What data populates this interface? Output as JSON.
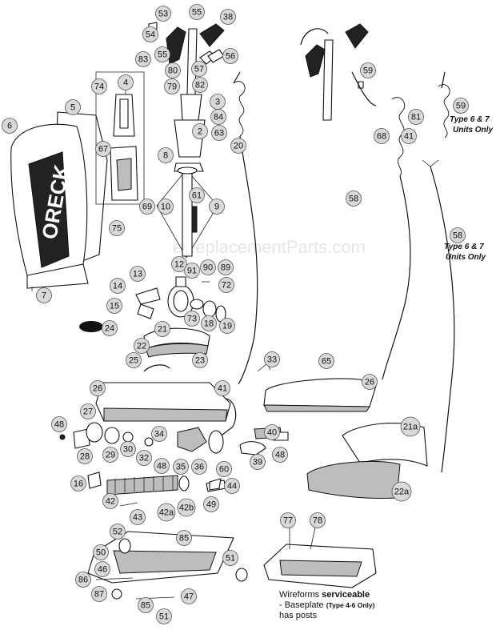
{
  "watermark": "eReplacementParts.com",
  "bag_brand": "ORECK",
  "notes": {
    "type67_a_line1": "Type 6 & 7",
    "type67_a_line2": "Units Only",
    "type67_b_line1": "Type 6 & 7",
    "type67_b_line2": "Units Only"
  },
  "caption": {
    "line1_prefix": "Wireforms ",
    "line1_bold": "serviceable",
    "line2_prefix": "- Baseplate ",
    "line2_small": "(Type 4-6 Only)",
    "line3": "has posts"
  },
  "callouts": {
    "c53": "53",
    "c55a": "55",
    "c38": "38",
    "c54": "54",
    "c55b": "55",
    "c56": "56",
    "c80": "80",
    "c57": "57",
    "c83": "83",
    "c74": "74",
    "c4": "4",
    "c79": "79",
    "c82": "82",
    "c3": "3",
    "c5": "5",
    "c84": "84",
    "c6": "6",
    "c2": "2",
    "c63": "63",
    "c67": "67",
    "c8": "8",
    "c20": "20",
    "c69": "69",
    "c10": "10",
    "c61": "61",
    "c9": "9",
    "c75": "75",
    "c7": "7",
    "c12": "12",
    "c91": "91",
    "c90": "90",
    "c89": "89",
    "c13": "13",
    "c14": "14",
    "c72": "72",
    "c15": "15",
    "c73": "73",
    "c18": "18",
    "c19": "19",
    "c24": "24",
    "c21": "21",
    "c22": "22",
    "c25": "25",
    "c23": "23",
    "c33": "33",
    "c65": "65",
    "c26a": "26",
    "c41a": "41",
    "c26b": "26",
    "c27": "27",
    "c48a": "48",
    "c34": "34",
    "c40": "40",
    "c28": "28",
    "c29": "29",
    "c30": "30",
    "c32": "32",
    "c48b": "48",
    "c35": "35",
    "c36": "36",
    "c60": "60",
    "c39": "39",
    "c48c": "48",
    "c16": "16",
    "c44": "44",
    "c42": "42",
    "c42a": "42a",
    "c42b": "42b",
    "c49": "49",
    "c43": "43",
    "c52": "52",
    "c85a": "85",
    "c50": "50",
    "c46": "46",
    "c51a": "51",
    "c86": "86",
    "c87": "87",
    "c47": "47",
    "c85b": "85",
    "c51b": "51",
    "c77": "77",
    "c78": "78",
    "c59a": "59",
    "c59b": "59",
    "c68": "68",
    "c81": "81",
    "c41b": "41",
    "c58a": "58",
    "c58b": "58",
    "c21a": "21a",
    "c22a": "22a"
  },
  "colors": {
    "callout_fill": "#d9d9d9",
    "ink": "#111111",
    "watermark": "#e6e6e6"
  }
}
